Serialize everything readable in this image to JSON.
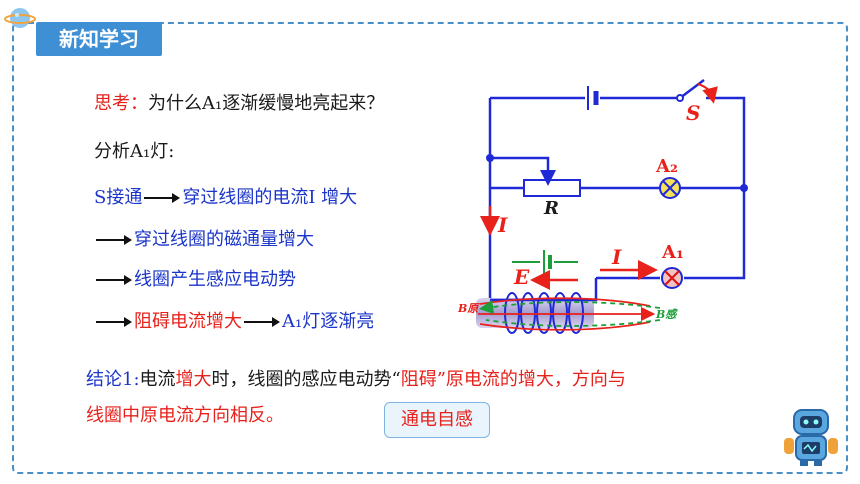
{
  "header": {
    "tag": "新知学习"
  },
  "question": {
    "prefix": "思考：",
    "text": "为什么A₁逐渐缓慢地亮起来？"
  },
  "analysis": "分析A₁灯:",
  "chain": {
    "line1_a": "S接通",
    "line1_b": "穿过线圈的电流I 增大",
    "line2": "穿过线圈的磁通量增大",
    "line3": "线圈产生感应电动势",
    "line4_a": "阻碍电流增大",
    "line4_b": "A₁灯逐渐亮"
  },
  "conclusion": {
    "label": "结论1:",
    "p1": "电流",
    "p2": "增大",
    "p3": "时，线圈的感应电动势“",
    "p4": "阻碍",
    "p5": "”原电流的增大，方向与",
    "line2": "线圈中原电流方向相反。"
  },
  "button": "通电自感",
  "circuit": {
    "switch": "S",
    "resistor": "R",
    "lamp2": "A₂",
    "lamp1": "A₁",
    "current_left": "I",
    "current_right": "I",
    "emf": "E",
    "b_orig": "B原",
    "b_ind": "B感"
  },
  "colors": {
    "accent": "#3e8fd4",
    "red": "#e8211b",
    "blue": "#1b35c9",
    "wire": "#1f2ad6",
    "green": "#1e9e3a"
  }
}
